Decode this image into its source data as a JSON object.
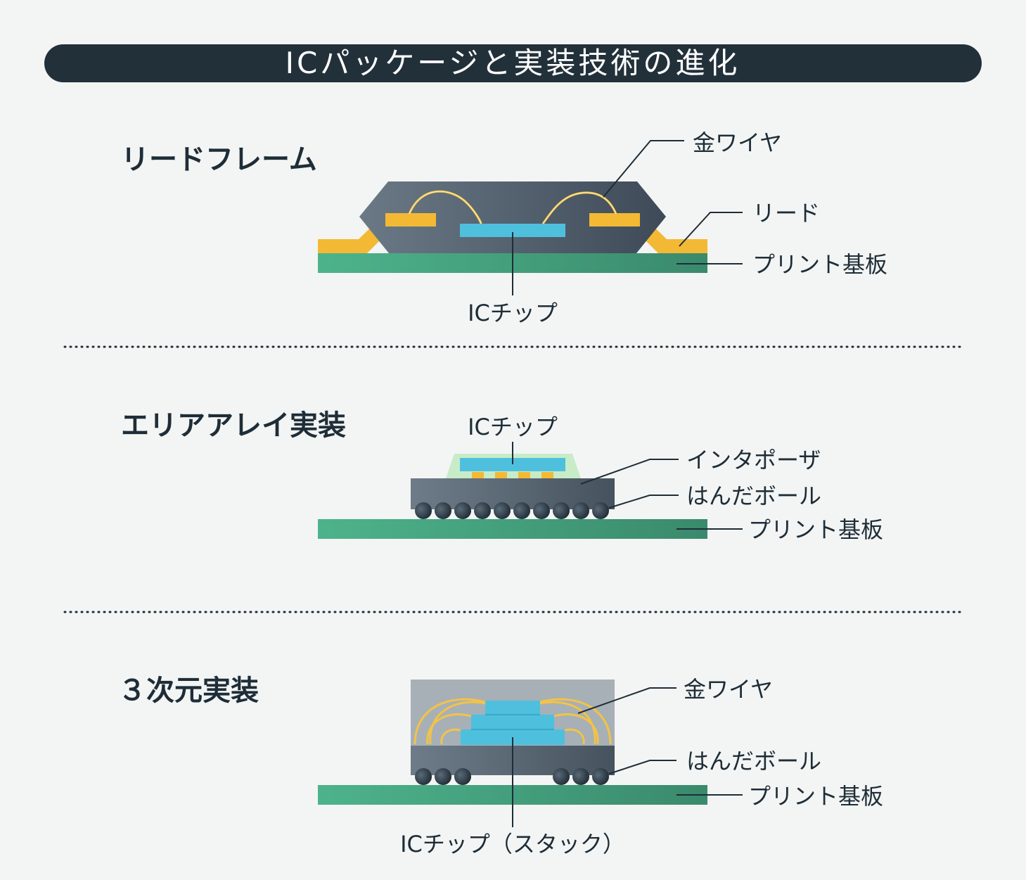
{
  "title": "ICパッケージと実装技術の進化",
  "colors": {
    "background": "#f3f5f4",
    "banner": "#22303a",
    "text": "#1e2d37",
    "pcb": "#43a47f",
    "lead": "#f3b934",
    "chip": "#4ec0de",
    "mold": "#4a5866",
    "interposer": "#c8ecc8",
    "mold_3d": "#a7b0b6"
  },
  "sections": {
    "lead_frame": {
      "title": "リードフレーム",
      "labels": {
        "gold_wire": "金ワイヤ",
        "lead": "リード",
        "pcb": "プリント基板",
        "ic_chip": "ICチップ"
      }
    },
    "area_array": {
      "title": "エリアアレイ実装",
      "labels": {
        "ic_chip": "ICチップ",
        "interposer": "インタポーザ",
        "solder_ball": "はんだボール",
        "pcb": "プリント基板"
      }
    },
    "three_d": {
      "title": "３次元実装",
      "labels": {
        "gold_wire": "金ワイヤ",
        "solder_ball": "はんだボール",
        "pcb": "プリント基板",
        "ic_chip_stack": "ICチップ（スタック）"
      }
    }
  }
}
